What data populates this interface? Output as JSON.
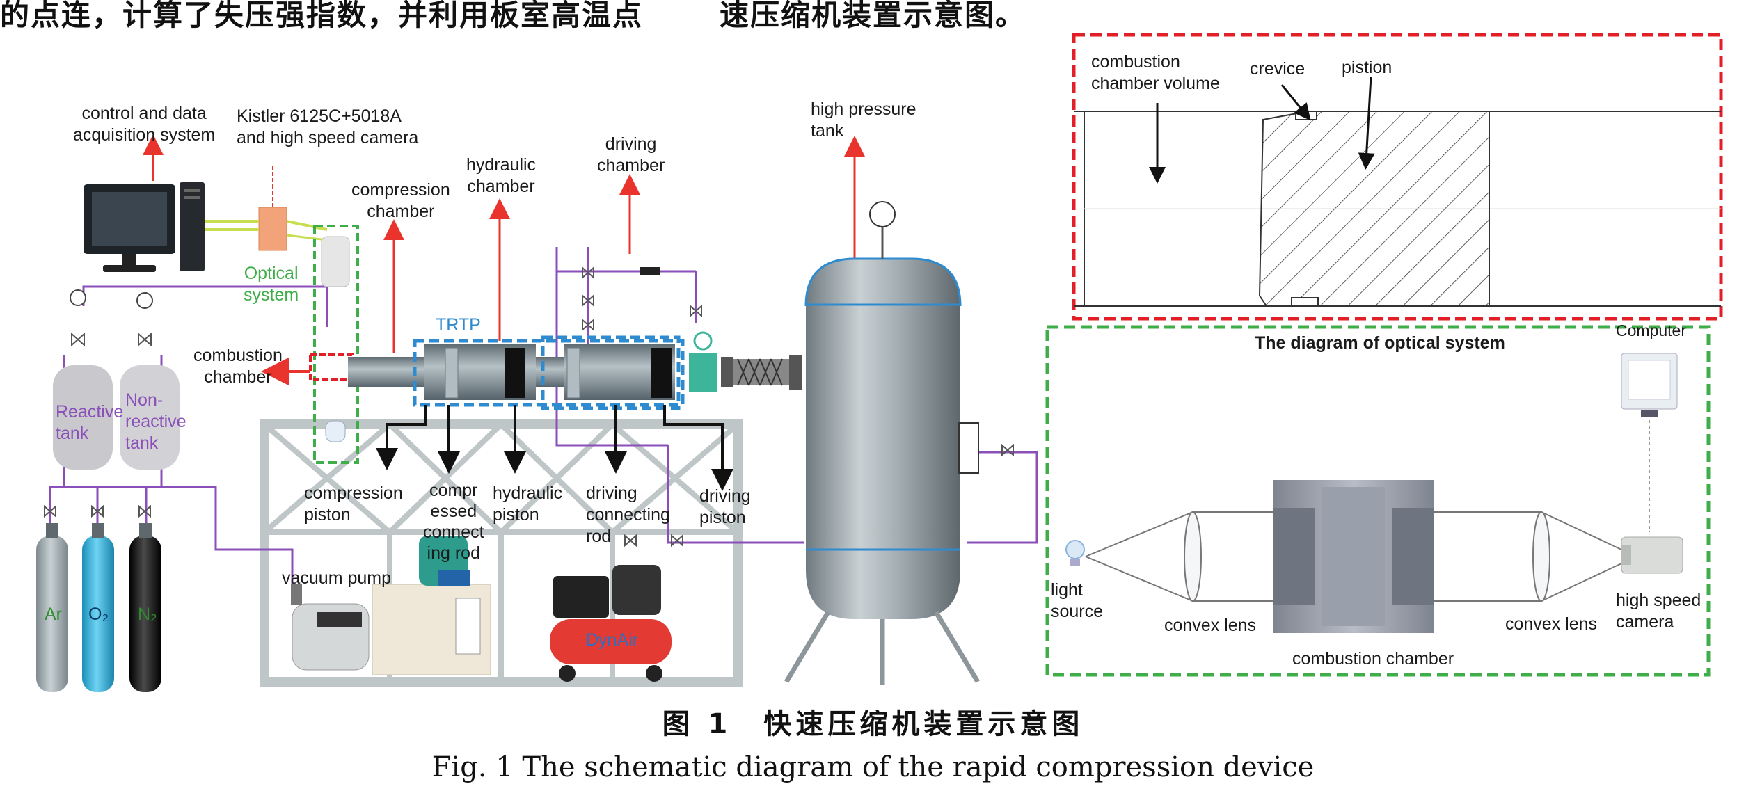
{
  "top_text_fragment_left": "的点连，计算了失压强指数，并利用板室高温点",
  "top_text_fragment_right": "速压缩机装置示意图。",
  "labels": {
    "control_system": "control and data\nacquisition system",
    "kistler": "Kistler 6125C+5018A\nand high speed camera",
    "compression_chamber": "compression\nchamber",
    "hydraulic_chamber": "hydraulic\nchamber",
    "driving_chamber": "driving\nchamber",
    "high_pressure_tank": "high pressure\ntank",
    "optical_system": "Optical\nsystem",
    "trtp": "TRTP",
    "combustion_chamber": "combustion\nchamber",
    "reactive_tank": "Reactive\ntank",
    "non_reactive_tank": "Non-\nreactive\ntank",
    "compression_piston": "compression\npiston",
    "compressed_connecting_rod": "compr\nessed\nconnect\ning rod",
    "hydraulic_piston": "hydraulic\npiston",
    "driving_connecting_rod": "driving\nconnecting\nrod",
    "driving_piston": "driving\npiston",
    "vacuum_pump": "vacuum pump",
    "dynair": "DynAir",
    "gas_ar": "Ar",
    "gas_o2": "O₂",
    "gas_n2": "N₂"
  },
  "crevice_panel": {
    "combustion_chamber_volume": "combustion\nchamber volume",
    "crevice": "crevice",
    "pistion": "pistion"
  },
  "optical_panel": {
    "title": "The diagram of optical system",
    "computer": "Computer",
    "light_source": "light\nsource",
    "convex_lens_left": "convex lens",
    "convex_lens_right": "convex lens",
    "combustion_chamber": "combustion chamber",
    "high_speed_camera": "high speed\ncamera"
  },
  "caption": {
    "cn": "图 1　快速压缩机装置示意图",
    "en": "Fig. 1    The schematic diagram of the rapid compression device"
  },
  "colors": {
    "red_arrow": "#e8342c",
    "red_frame": "#e21e26",
    "green_frame": "#3fae49",
    "blue_frame": "#2f8bd0",
    "purple_line": "#8a4fb8",
    "tank_gray": "#9fa7ab",
    "o2_cyan": "#2fb4e0"
  }
}
